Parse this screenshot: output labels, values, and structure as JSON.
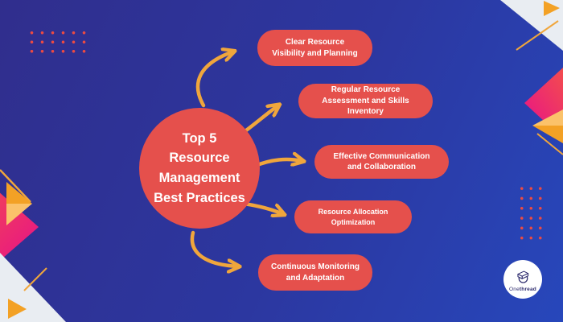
{
  "center": {
    "title": "Top 5 Resource Management Best Practices"
  },
  "practices": [
    {
      "label": "Clear Resource Visibility and Planning"
    },
    {
      "label": "Regular Resource Assessment and Skills Inventory"
    },
    {
      "label": "Effective Communication and Collaboration"
    },
    {
      "label": "Resource Allocation Optimization"
    },
    {
      "label": "Continuous Monitoring and Adaptation"
    }
  ],
  "logo": {
    "name_regular": "One",
    "name_bold": "thread"
  },
  "colors": {
    "background_start": "#302e8d",
    "background_end": "#2747bb",
    "accent_red": "#e5504c",
    "arrow_yellow": "#f0a63c",
    "dot_red": "#ee4a41",
    "triangle_orange": "#f3a125",
    "triangle_orange_light": "#fbc26a",
    "gradient_red": "#f34d4d",
    "gradient_pink": "#e81486",
    "triangle_gray": "#e9edf2",
    "logo_navy": "#2e2c6e",
    "text_white": "#ffffff"
  }
}
